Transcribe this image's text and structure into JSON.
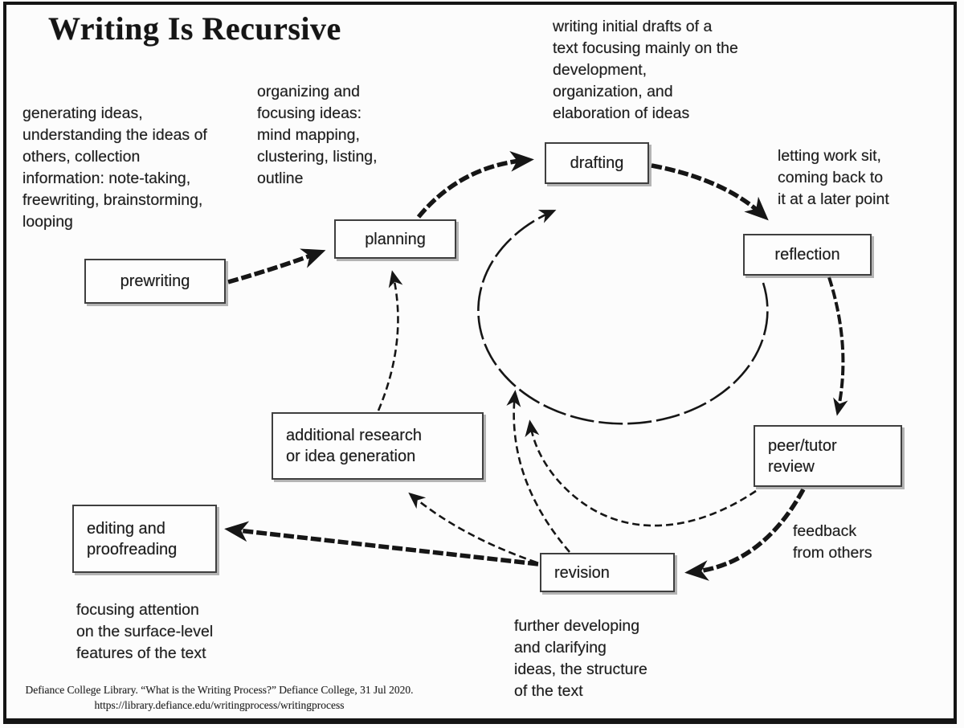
{
  "page": {
    "title": "Writing Is Recursive",
    "background": "#fcfcfc",
    "ink_color": "#1b1b1b",
    "box_border_color": "#3f3f3f"
  },
  "nodes": {
    "prewriting": {
      "label": "prewriting"
    },
    "planning": {
      "label": "planning"
    },
    "drafting": {
      "label": "drafting"
    },
    "reflection": {
      "label": "reflection"
    },
    "peer_review": {
      "label": "peer/tutor\nreview"
    },
    "revision": {
      "label": "revision"
    },
    "additional_research": {
      "label": "additional research\nor idea generation"
    },
    "editing": {
      "label": "editing and\nproofreading"
    }
  },
  "annotations": {
    "prewriting_note": "generating ideas,\nunderstanding the ideas of\nothers, collection\ninformation: note-taking,\nfreewriting, brainstorming,\nlooping",
    "planning_note": "organizing and\nfocusing ideas:\nmind mapping,\nclustering, listing,\noutline",
    "drafting_note": "writing initial drafts of a\ntext focusing mainly on the\ndevelopment,\norganization, and\nelaboration of ideas",
    "reflection_note": "letting work sit,\ncoming back to\nit at a later point",
    "peer_review_note": "feedback\nfrom others",
    "revision_note": "further developing\nand clarifying\nideas, the structure\nof the text",
    "editing_note": "focusing attention\non the surface-level\nfeatures of the text"
  },
  "citation": {
    "line1": "Defiance College Library. “What is the Writing Process?” Defiance College, 31 Jul 2020.",
    "line2": "https://library.defiance.edu/writingprocess/writingprocess"
  },
  "edges": [
    {
      "from": "prewriting",
      "to": "planning"
    },
    {
      "from": "planning",
      "to": "drafting"
    },
    {
      "from": "drafting",
      "to": "reflection"
    },
    {
      "from": "reflection",
      "to": "peer/tutor review"
    },
    {
      "from": "peer/tutor review",
      "to": "revision"
    },
    {
      "from": "revision",
      "to": "editing and proofreading"
    },
    {
      "from": "revision",
      "to": "additional research or idea generation"
    },
    {
      "from": "additional research or idea generation",
      "to": "planning"
    },
    {
      "from": "reflection",
      "to": "drafting (recursive loop circle)"
    },
    {
      "from": "revision",
      "to": "drafting (recursive inner arrow)"
    },
    {
      "from": "peer/tutor review",
      "to": "center (recursive inner arrow)"
    }
  ]
}
